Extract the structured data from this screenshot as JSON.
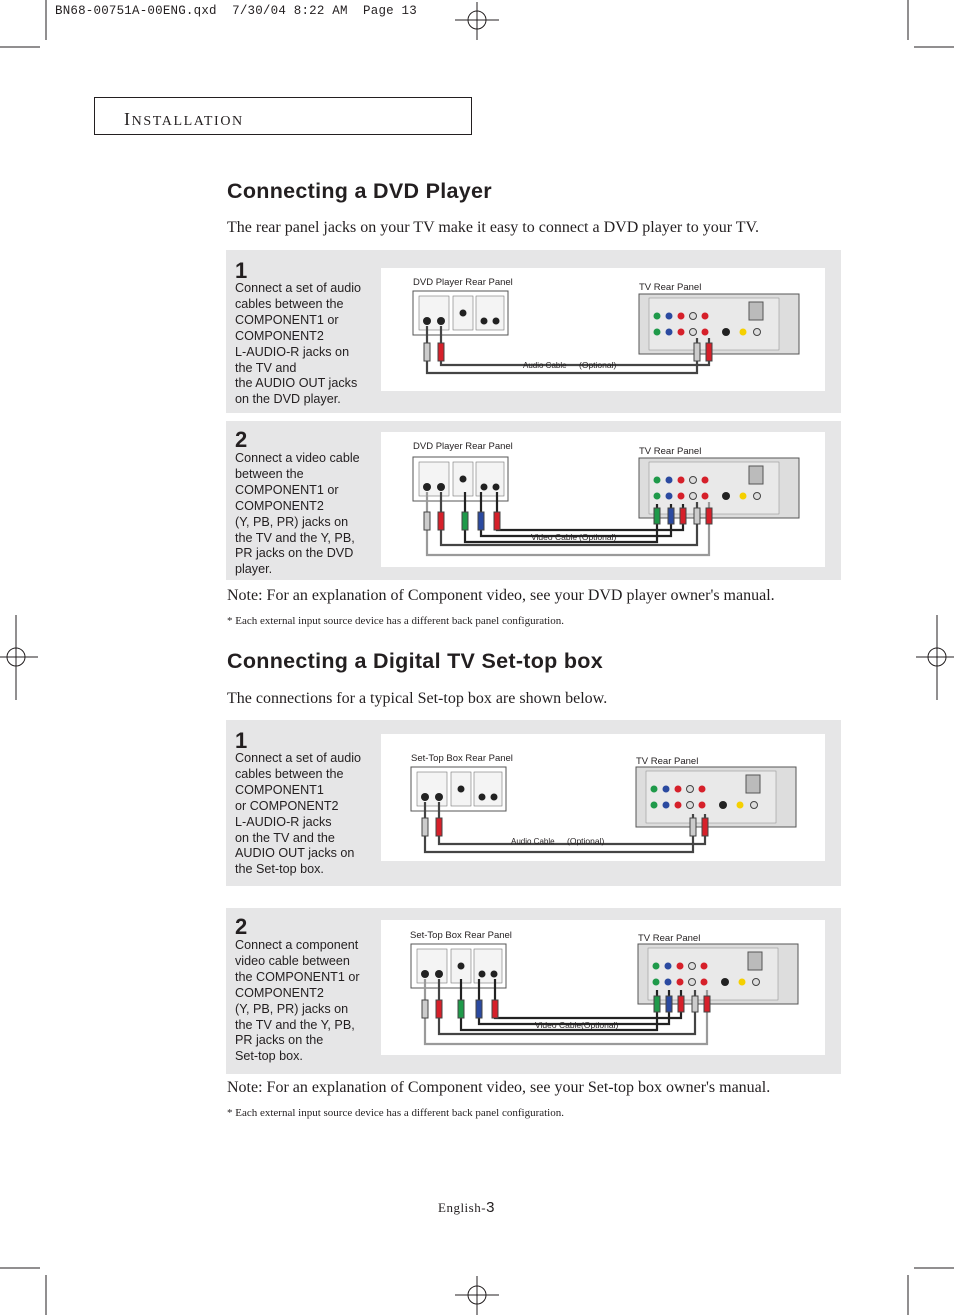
{
  "slug": "BN68-00751A-00ENG.qxd  7/30/04 8:22 AM  Page 13",
  "section": {
    "cap1": "I",
    "rest1": "NSTALLATION"
  },
  "dvd": {
    "title": "Connecting a DVD Player",
    "intro": "The rear panel jacks on your TV make it easy to connect a DVD player to your TV.",
    "steps": [
      {
        "num": "1",
        "lines": [
          "Connect a set of audio",
          "cables between the",
          "COMPONENT1 or",
          "COMPONENT2",
          "L-AUDIO-R jacks on",
          "the TV and",
          "the AUDIO OUT jacks",
          "on the DVD player."
        ],
        "source_label": "DVD Player Rear Panel",
        "tv_label": "TV Rear Panel",
        "cable_label": "Audio Cable",
        "optional": "(Optional)"
      },
      {
        "num": "2",
        "lines": [
          "Connect a video cable",
          "between the",
          "COMPONENT1 or",
          "COMPONENT2",
          "(Y, PB, PR) jacks on",
          "the TV and the Y, PB,",
          "PR jacks on the DVD",
          "player."
        ],
        "source_label": "DVD Player Rear Panel",
        "tv_label": "TV Rear Panel",
        "cable_label": "Video Cable",
        "optional": "(Optional)"
      }
    ],
    "note": "Note: For an explanation of Component video, see your DVD player owner's manual.",
    "footnote": "*  Each external input source device has a different back panel configuration."
  },
  "stb": {
    "title": "Connecting a Digital TV Set-top box",
    "intro": "The connections for a typical Set-top box are shown below.",
    "steps": [
      {
        "num": "1",
        "lines": [
          "Connect a set of audio",
          "cables between the",
          "COMPONENT1",
          "or COMPONENT2",
          "L-AUDIO-R jacks",
          "on the TV and the",
          "AUDIO OUT jacks on",
          "the Set-top box."
        ],
        "source_label": "Set-Top Box Rear Panel",
        "tv_label": "TV Rear Panel",
        "cable_label": "Audio Cable",
        "optional": "(Optional)"
      },
      {
        "num": "2",
        "lines": [
          "Connect a component",
          "video cable between",
          "the COMPONENT1 or",
          "COMPONENT2",
          "(Y, PB, PR) jacks on",
          "the TV and the Y, PB,",
          "PR jacks on the",
          "Set-top box."
        ],
        "source_label": "Set-Top Box Rear Panel",
        "tv_label": "TV Rear Panel",
        "cable_label": "Video Cable",
        "optional": "(Optional)"
      }
    ],
    "note": "Note: For an explanation of Component video, see your Set-top box owner's manual.",
    "footnote": "*  Each external input source device has a different back panel configuration."
  },
  "footer": {
    "lang": "English-",
    "page": "3"
  },
  "colors": {
    "panel_bg": "#e6e6e7",
    "audio_red": "#d6202a",
    "video_green": "#1f9a4a",
    "video_blue": "#2b4aa0",
    "cable_gray": "#9a9a9a"
  }
}
